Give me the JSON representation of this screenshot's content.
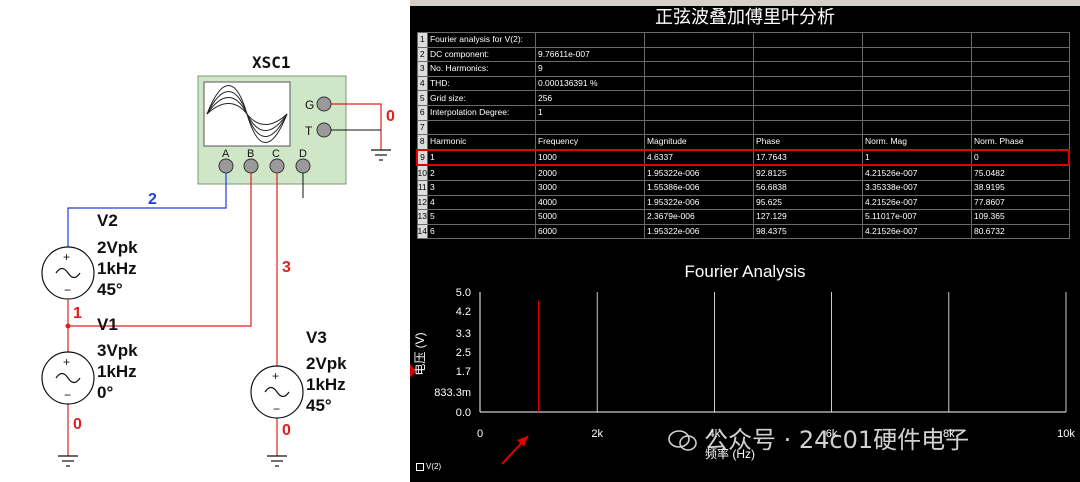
{
  "schematic": {
    "scope": {
      "name": "XSC1",
      "terminals": [
        "G",
        "T",
        "A",
        "B",
        "C",
        "D"
      ]
    },
    "sources": [
      {
        "name": "V2",
        "amplitude": "2Vpk",
        "frequency": "1kHz",
        "phase": "45°"
      },
      {
        "name": "V1",
        "amplitude": "3Vpk",
        "frequency": "1kHz",
        "phase": "0°"
      },
      {
        "name": "V3",
        "amplitude": "2Vpk",
        "frequency": "1kHz",
        "phase": "45°"
      }
    ],
    "nets": {
      "n0_top": "0",
      "n2": "2",
      "n3": "3",
      "n1": "1",
      "n0_left": "0",
      "n0_v3": "0"
    },
    "colors": {
      "blue_wire": "#1f3fd6",
      "red_wire": "#e02020",
      "scope_body": "#cfe6c7"
    }
  },
  "grapher": {
    "window_title": "正弦波叠加傅里叶分析",
    "table": {
      "rows": [
        {
          "n": "1",
          "cells": [
            "Fourier analysis for V(2):",
            "",
            "",
            "",
            "",
            ""
          ]
        },
        {
          "n": "2",
          "cells": [
            "DC component:",
            "9.76611e-007",
            "",
            "",
            "",
            ""
          ]
        },
        {
          "n": "3",
          "cells": [
            "No. Harmonics:",
            "9",
            "",
            "",
            "",
            ""
          ]
        },
        {
          "n": "4",
          "cells": [
            "THD:",
            "0.000136391 %",
            "",
            "",
            "",
            ""
          ]
        },
        {
          "n": "5",
          "cells": [
            "Grid size:",
            "256",
            "",
            "",
            "",
            ""
          ]
        },
        {
          "n": "6",
          "cells": [
            "Interpolation Degree:",
            "1",
            "",
            "",
            "",
            ""
          ]
        },
        {
          "n": "7",
          "cells": [
            "",
            "",
            "",
            "",
            "",
            ""
          ]
        },
        {
          "n": "8",
          "cells": [
            "Harmonic",
            "Frequency",
            "Magnitude",
            "Phase",
            "Norm. Mag",
            "Norm. Phase"
          ]
        },
        {
          "n": "9",
          "cells": [
            "1",
            "1000",
            "4.6337",
            "17.7643",
            "1",
            "0"
          ]
        },
        {
          "n": "10",
          "cells": [
            "2",
            "2000",
            "1.95322e-006",
            "92.8125",
            "4.21526e-007",
            "75.0482"
          ]
        },
        {
          "n": "11",
          "cells": [
            "3",
            "3000",
            "1.55386e-006",
            "56.6838",
            "3.35338e-007",
            "38.9195"
          ]
        },
        {
          "n": "12",
          "cells": [
            "4",
            "4000",
            "1.95322e-006",
            "95.625",
            "4.21526e-007",
            "77.8607"
          ]
        },
        {
          "n": "13",
          "cells": [
            "5",
            "5000",
            "2.3679e-006",
            "127.129",
            "5.11017e-007",
            "109.365"
          ]
        },
        {
          "n": "14",
          "cells": [
            "6",
            "6000",
            "1.95322e-006",
            "98.4375",
            "4.21526e-007",
            "80.6732"
          ]
        }
      ],
      "highlighted_row": "9"
    },
    "legend": "V(2)",
    "watermark": "公众号 · 24c01硬件电子",
    "colors": {
      "trace": "#e00000",
      "background": "#000000",
      "grid": "#ffffff"
    }
  },
  "chart_data": {
    "type": "bar",
    "title": "Fourier Analysis",
    "xlabel": "频率 (Hz)",
    "ylabel": "电压 (V)",
    "x_ticks": [
      "0",
      "2k",
      "4k",
      "6k",
      "8k",
      "10k"
    ],
    "y_ticks": [
      "0.0",
      "833.3m",
      "1.7",
      "2.5",
      "3.3",
      "4.2",
      "5.0"
    ],
    "xlim": [
      0,
      10000
    ],
    "ylim": [
      0,
      5.0
    ],
    "series": [
      {
        "x": [
          1000,
          2000,
          3000,
          4000,
          5000,
          6000
        ],
        "values": [
          4.6337,
          1.95322e-06,
          1.55386e-06,
          1.95322e-06,
          2.3679e-06,
          1.95322e-06
        ]
      }
    ],
    "grid": true
  }
}
